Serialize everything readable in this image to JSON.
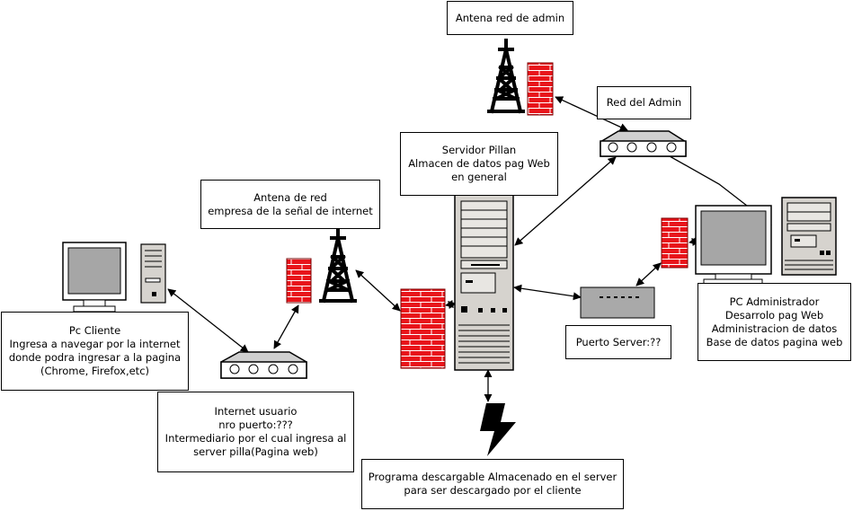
{
  "labels": {
    "admin_antenna": [
      "Antena red de admin"
    ],
    "admin_network": [
      "Red del Admin"
    ],
    "server": [
      "Servidor Pillan",
      "Almacen de datos pag Web",
      "en general"
    ],
    "company_antenna": [
      "Antena de red",
      "empresa de la señal de internet"
    ],
    "client_pc": [
      "Pc Cliente",
      "Ingresa a navegar por la internet",
      "donde podra ingresar a la pagina",
      "(Chrome, Firefox,etc)"
    ],
    "user_internet": [
      "Internet usuario",
      "nro puerto:???",
      "Intermediario por el cual ingresa al",
      "server pilla(Pagina web)"
    ],
    "server_port": [
      "Puerto Server:??"
    ],
    "admin_pc": [
      "PC Administrador",
      "Desarrolo pag Web",
      "Administracion de datos",
      "Base de datos pagina web"
    ],
    "download": [
      "Programa descargable Almacenado en el server",
      "para ser descargado por el cliente"
    ]
  },
  "colors": {
    "firewall_fill": "#e8141b",
    "monitor_screen": "#a6a6a6",
    "device_gray": "#bdbdbd",
    "switch_fill": "#a9a9a9",
    "server_fill": "#d6d3ce"
  },
  "icons": [
    "firewall-icon",
    "antenna-tower-icon",
    "router-icon",
    "server-tower-icon",
    "desktop-pc-icon",
    "switch-icon",
    "lightning-icon"
  ]
}
